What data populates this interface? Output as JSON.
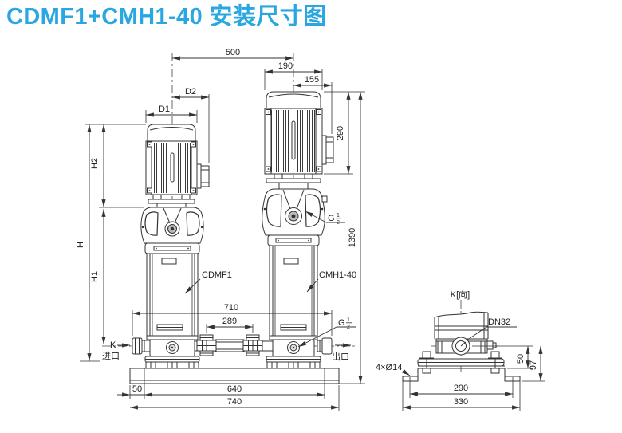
{
  "title": "CDMF1+CMH1-40 安装尺寸图",
  "colors": {
    "title_blue": "#2aa7e0",
    "line": "#333333"
  },
  "main_view": {
    "pumps": {
      "left_model": "CDMF1",
      "right_model": "CMH1-40"
    },
    "dims": {
      "pump_spacing": "500",
      "motor_width": "190",
      "motor_box": "155",
      "motor_height": "290",
      "total_height": "1390",
      "d1": "D1",
      "d2": "D2",
      "h": "H",
      "h1": "H1",
      "h2": "H2",
      "port_span": "710",
      "pipe_span": "289",
      "edge": "50",
      "bolt_span": "640",
      "base_width": "740"
    },
    "ports": {
      "k": "K",
      "inlet": "进口",
      "outlet": "出口",
      "g_thread": {
        "letter": "G",
        "num": "1",
        "den": "2"
      }
    }
  },
  "side_view": {
    "view_label": "K[向]",
    "dn_label": "DN32",
    "holes_label": "4×Ø14",
    "dims": {
      "port_height": "50",
      "total_height": "97",
      "hole_span": "290",
      "base_width": "330"
    }
  }
}
